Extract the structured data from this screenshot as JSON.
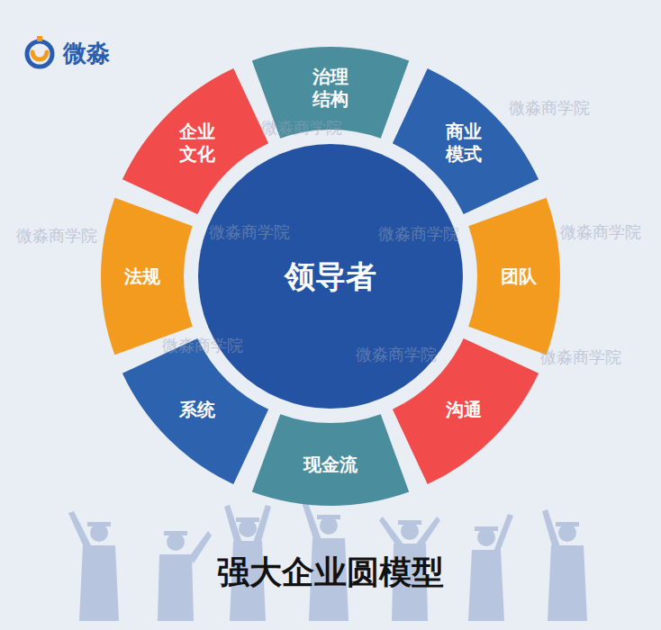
{
  "diagram": {
    "title": "强大企业圆模型",
    "nodes": [
      {
        "text": [
          "治理结构"
        ]
      },
      {
        "text": [
          "商业模式"
        ]
      },
      {
        "text": [
          "团队"
        ]
      },
      {
        "text": [
          "沟通"
        ]
      },
      {
        "text": [
          "现金流"
        ]
      },
      {
        "text": [
          "系统"
        ]
      },
      {
        "text": [
          "法规"
        ]
      },
      {
        "text": [
          "企业文化"
        ]
      },
      {
        "text": [
          "领导者"
        ]
      }
    ],
    "labels": [
      "微淼",
      "微淼商学院",
      "微淼商学院",
      "微淼商学院",
      "微淼商学院",
      "微淼商学院",
      "微淼商学院",
      "微淼商学院",
      "微淼商学院",
      "微淼商学院"
    ]
  }
}
